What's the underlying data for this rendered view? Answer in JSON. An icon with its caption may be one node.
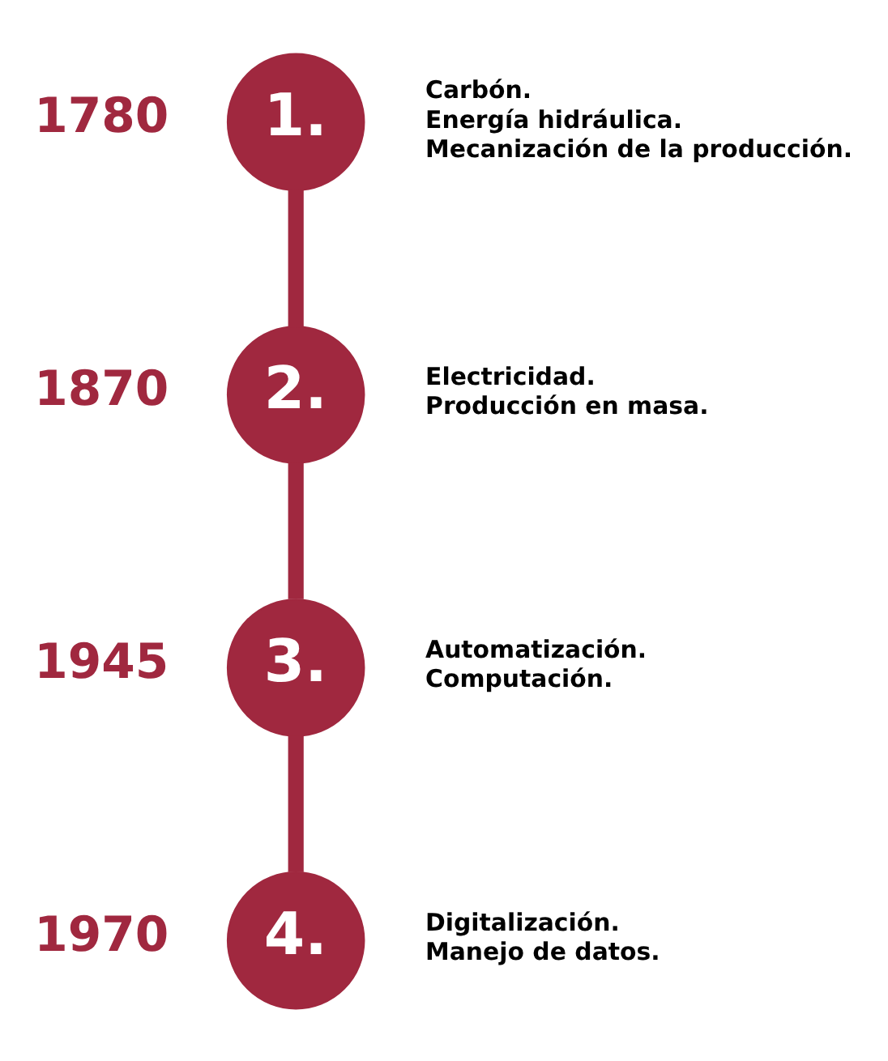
{
  "diagram": {
    "nodes": [
      {
        "text": [
          "1."
        ],
        "beside": [
          "1780",
          "Carbón.",
          "Energía hidráulica.",
          "Mecanización de la producción."
        ]
      },
      {
        "text": [
          "2."
        ],
        "beside": [
          "1870",
          "Electricidad.",
          "Producción en masa."
        ]
      },
      {
        "text": [
          "3."
        ],
        "beside": [
          "1945",
          "Automatización.",
          "Computación."
        ]
      },
      {
        "text": [
          "4."
        ],
        "beside": [
          "1970",
          "Digitalización.",
          "Manejo de datos."
        ]
      }
    ],
    "edges": [
      {
        "from": 0,
        "to": 1,
        "arrow": "none"
      },
      {
        "from": 1,
        "to": 2,
        "arrow": "none"
      },
      {
        "from": 2,
        "to": 3,
        "arrow": "none"
      }
    ]
  }
}
